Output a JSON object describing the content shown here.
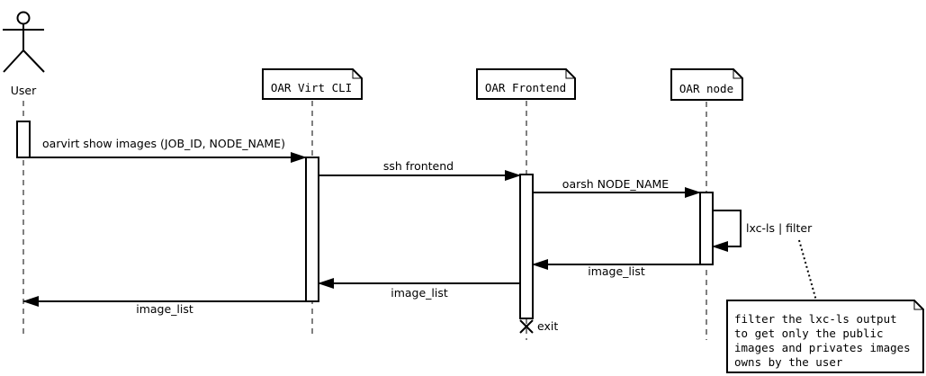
{
  "actors": {
    "user": "User"
  },
  "participants": {
    "cli": "OAR Virt CLI",
    "frontend": "OAR Frontend",
    "node": "OAR node"
  },
  "messages": {
    "m1": "oarvirt show images (JOB_ID, NODE_NAME)",
    "m2": "ssh frontend",
    "m3": "oarsh NODE_NAME",
    "m4": "lxc-ls | filter",
    "m5": "image_list",
    "m6": "image_list",
    "m7": "image_list",
    "exit": "exit"
  },
  "note": {
    "lines": [
      "filter the lxc-ls output",
      "to get only the public",
      "images and privates images",
      "owns by the user"
    ]
  }
}
